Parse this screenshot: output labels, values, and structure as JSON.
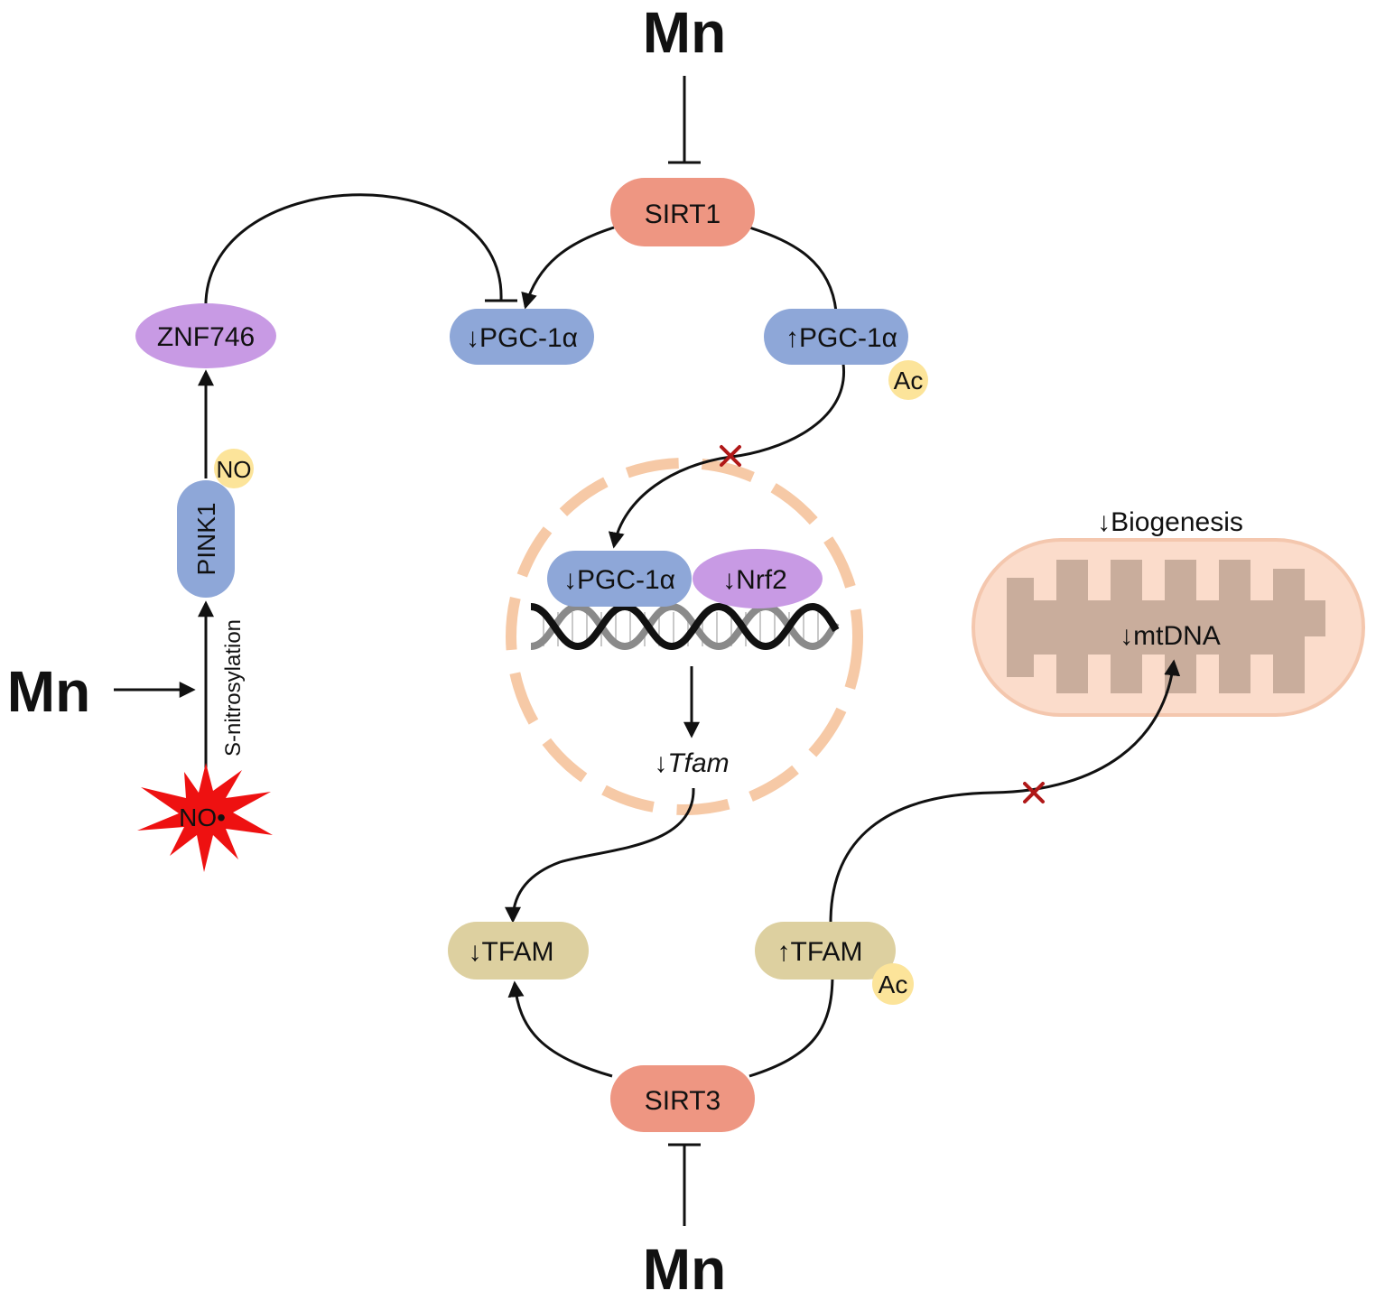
{
  "mn_labels": {
    "top": "Mn",
    "left": "Mn",
    "bottom": "Mn"
  },
  "nodes": {
    "sirt1": "SIRT1",
    "sirt3": "SIRT3",
    "znf746": "ZNF746",
    "pink1": "PINK1",
    "pgc_down": "↓PGC-1α",
    "pgc_up": "↑PGC-1α",
    "pgc_nuclear": "↓PGC-1α",
    "nrf2": "↓Nrf2",
    "tfam_down": "↓TFAM",
    "tfam_up": "↑TFAM",
    "no_radical": "NO•"
  },
  "tags": {
    "ac_pgc": "Ac",
    "ac_tfam": "Ac",
    "no_pink1": "NO"
  },
  "labels": {
    "s_nitrosylation": "S-nitrosylation",
    "tfam_gene_arrow": "↓",
    "tfam_gene": "Tfam",
    "biogenesis": "↓Biogenesis",
    "mtdna": "↓mtDNA"
  },
  "colors": {
    "sirt": "#ee9682",
    "pgc": "#8ea7d8",
    "purple": "#c89ae4",
    "tfam": "#ddd0a0",
    "ac_tag": "#fce49a",
    "nucleus": "#f6c9a6",
    "mito_outer": "#fbdccb",
    "mito_inner": "#c9ad9c",
    "no_star": "#ee1111",
    "block_x": "#b01818"
  }
}
